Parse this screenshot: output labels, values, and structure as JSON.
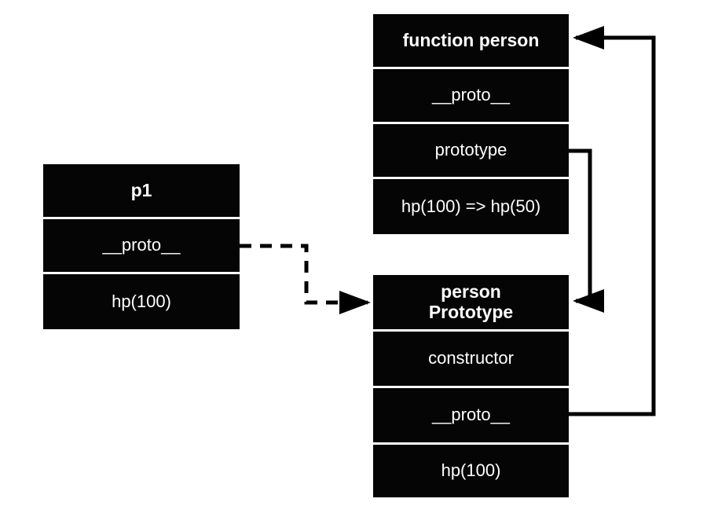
{
  "diagram": {
    "title": "JavaScript prototype chain diagram",
    "background_color": "#ffffff",
    "box_color": "#050505",
    "text_color": "#ffffff",
    "edge_color": "#000000",
    "nodes": [
      {
        "id": "p1",
        "header": "p1",
        "rows": [
          "__proto__",
          "hp(100)"
        ]
      },
      {
        "id": "function-person",
        "header": "function person",
        "rows": [
          "__proto__",
          "prototype",
          "hp(100) => hp(50)"
        ]
      },
      {
        "id": "person-prototype",
        "header": "person\nPrototype",
        "rows": [
          "constructor",
          "__proto__",
          "hp(100)"
        ]
      }
    ],
    "edges": [
      {
        "id": "p1-proto-to-person-prototype",
        "from": "p1.__proto__",
        "to": "person-prototype",
        "style": "dashed",
        "arrow": "end"
      },
      {
        "id": "person-prototype-row-to-person-prototype-box",
        "from": "function-person.prototype",
        "to": "person-prototype",
        "style": "solid",
        "arrow": "end"
      },
      {
        "id": "person-prototype-proto-to-function-person",
        "from": "person-prototype.__proto__",
        "to": "function-person",
        "style": "solid",
        "arrow": "end"
      }
    ]
  }
}
